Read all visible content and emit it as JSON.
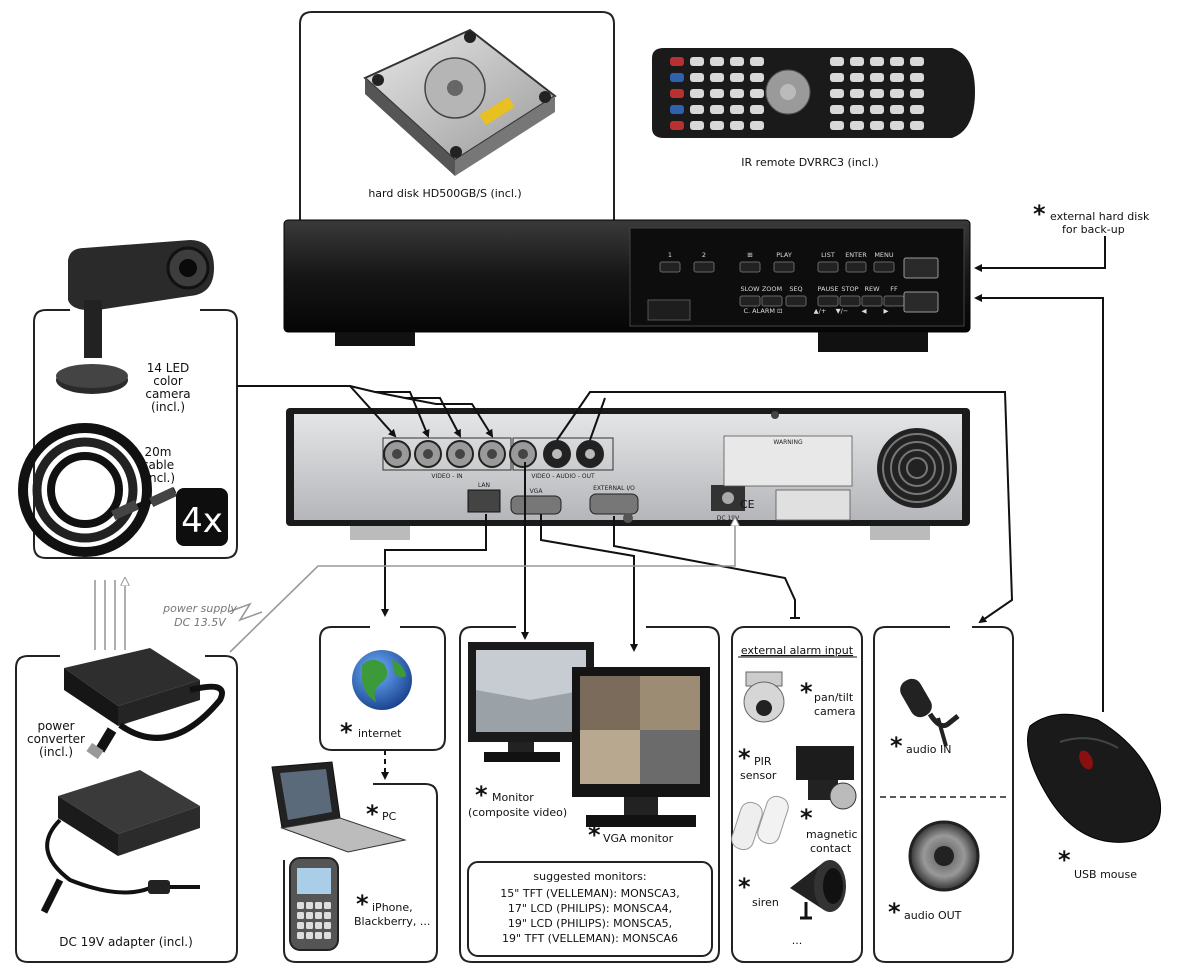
{
  "labels": {
    "hard_disk": "hard disk HD500GB/S (incl.)",
    "ir_remote": "IR remote DVRRC3 (incl.)",
    "external_hard_disk_1": "external hard disk",
    "external_hard_disk_2": "for back-up",
    "camera_1": "14 LED",
    "camera_2": "color",
    "camera_3": "camera",
    "camera_4": "(incl.)",
    "cable_1": "20m",
    "cable_2": "cable",
    "cable_3": "(incl.)",
    "quantity": "4x",
    "power_supply_1": "power supply",
    "power_supply_2": "DC 13.5V",
    "power_converter_1": "power",
    "power_converter_2": "converter",
    "power_converter_3": "(incl.)",
    "adapter": "DC 19V adapter (incl.)",
    "internet": "internet",
    "pc": "PC",
    "iphone_1": "iPhone,",
    "iphone_2": "Blackberry, ...",
    "monitor_1": "Monitor",
    "monitor_2": "(composite video)",
    "vga_monitor": "VGA monitor",
    "suggested_title": "suggested monitors:",
    "suggested_lines": [
      "15\" TFT (VELLEMAN): MONSCA3,",
      "17\" LCD (PHILIPS): MONSCA4,",
      "19\" LCD (PHILIPS): MONSCA5,",
      "19\" TFT (VELLEMAN): MONSCA6"
    ],
    "alarm_title": "external alarm input",
    "pantilt_1": "pan/tilt",
    "pantilt_2": "camera",
    "pir_1": "PIR",
    "pir_2": "sensor",
    "magnetic_1": "magnetic",
    "magnetic_2": "contact",
    "siren": "siren",
    "alarm_more": "...",
    "audio_in": "audio IN",
    "audio_out": "audio OUT",
    "usb_mouse": "USB mouse",
    "optional_marker": "*"
  },
  "dvr_front": {
    "buttons": [
      "1",
      "2",
      "⊞",
      "PLAY",
      "LIST",
      "ENTER",
      "MENU",
      "SLOW",
      "ZOOM",
      "SEQ",
      "PAUSE",
      "STOP",
      "REW",
      "FF"
    ],
    "sub": [
      "C. ALARM ⊡",
      "▲/+",
      "▼/−",
      "◀",
      "▶"
    ]
  },
  "dvr_rear": {
    "video_in": "VIDEO - IN",
    "av_out": "VIDEO - AUDIO - OUT",
    "lan": "LAN",
    "vga": "VGA",
    "external_io": "EXTERNAL I/O",
    "dc": "DC 19V",
    "warning": "WARNING",
    "ce": "CE"
  },
  "colors": {
    "accent": "#111111",
    "device_black": "#1b1b1b",
    "rear_panel": "#c9cbcd",
    "globe_blue": "#2a66b8",
    "globe_green": "#3d9a3a"
  }
}
